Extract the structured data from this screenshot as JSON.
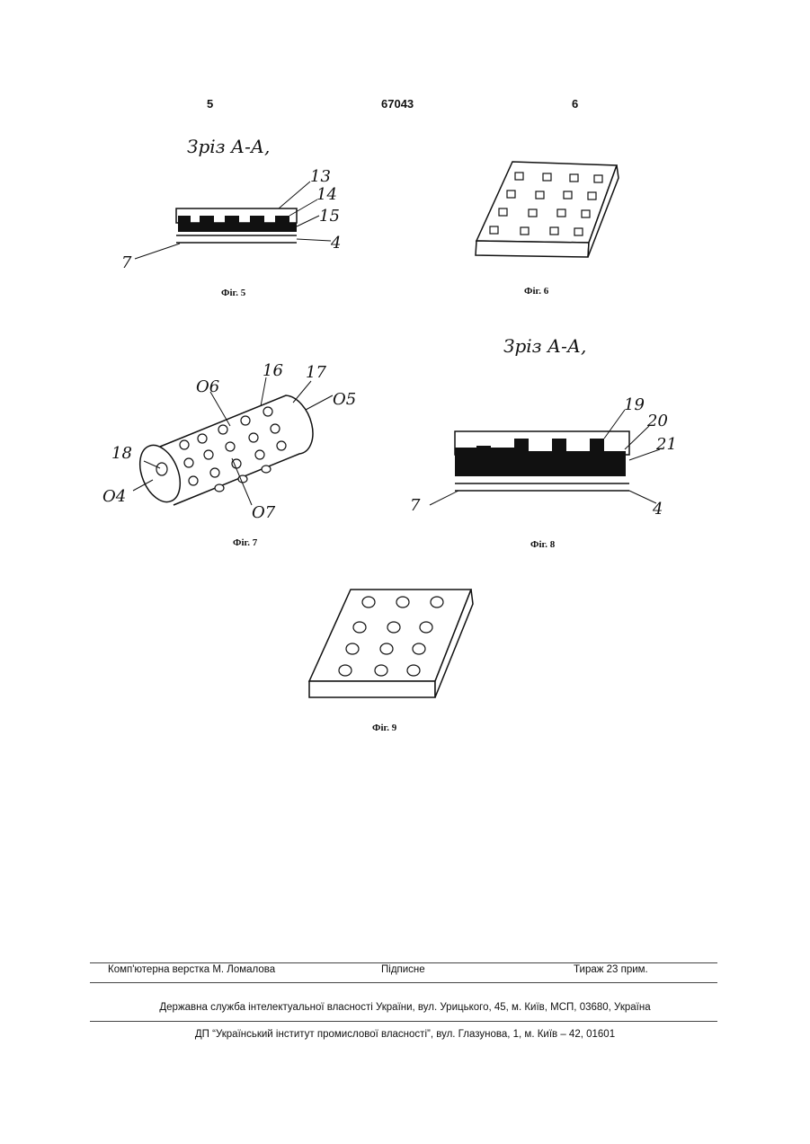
{
  "header": {
    "page_left": "5",
    "patent_number": "67043",
    "page_right": "6"
  },
  "figures": [
    {
      "caption": "Фіг. 5",
      "section_title": "Зріз А-А,",
      "labels": [
        "13",
        "14",
        "15",
        "4",
        "7"
      ]
    },
    {
      "caption": "Фіг. 6"
    },
    {
      "caption": "Фіг. 7",
      "labels": [
        "O6",
        "16",
        "17",
        "O5",
        "18",
        "O4",
        "O7"
      ]
    },
    {
      "caption": "Фіг. 8",
      "section_title": "Зріз А-А,",
      "labels": [
        "19",
        "20",
        "21",
        "7",
        "4"
      ]
    },
    {
      "caption": "Фіг. 9"
    }
  ],
  "footer": {
    "layout_credit": "Комп'ютерна верстка М. Ломалова",
    "subscription": "Підписне",
    "circulation": "Тираж 23 прим.",
    "agency": "Державна служба інтелектуальної власності України, вул. Урицького, 45, м. Київ, МСП, 03680, Україна",
    "institute": "ДП “Український інститут промислової власності”, вул. Глазунова, 1, м. Київ – 42, 01601"
  }
}
